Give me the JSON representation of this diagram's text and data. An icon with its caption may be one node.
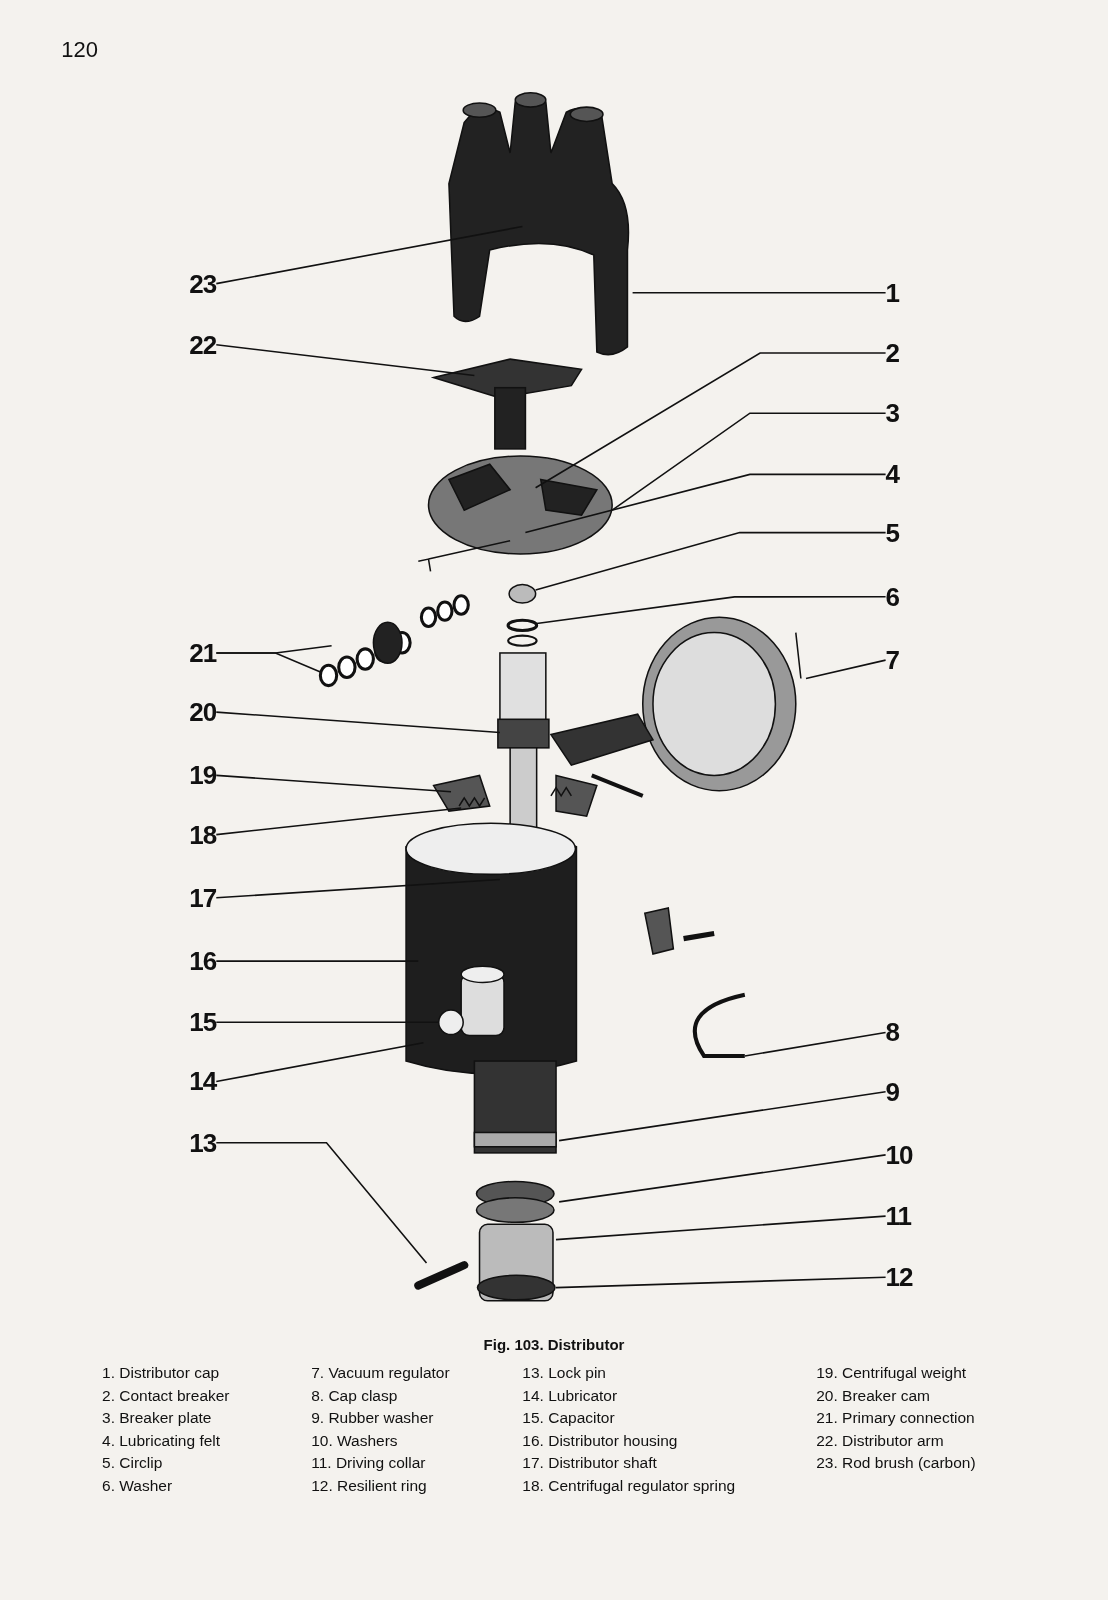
{
  "diagram": {
    "caption": "Fig. 103.  Distributor",
    "nodes": [
      {
        "text": [
          "1"
        ]
      },
      {
        "text": [
          "2"
        ]
      },
      {
        "text": [
          "3"
        ]
      },
      {
        "text": [
          "4"
        ]
      },
      {
        "text": [
          "5"
        ]
      },
      {
        "text": [
          "6"
        ]
      },
      {
        "text": [
          "7"
        ]
      },
      {
        "text": [
          "8"
        ]
      },
      {
        "text": [
          "9"
        ]
      },
      {
        "text": [
          "10"
        ]
      },
      {
        "text": [
          "11"
        ]
      },
      {
        "text": [
          "12"
        ]
      },
      {
        "text": [
          "13"
        ]
      },
      {
        "text": [
          "14"
        ]
      },
      {
        "text": [
          "15"
        ]
      },
      {
        "text": [
          "16"
        ]
      },
      {
        "text": [
          "17"
        ]
      },
      {
        "text": [
          "18"
        ]
      },
      {
        "text": [
          "19"
        ]
      },
      {
        "text": [
          "20"
        ]
      },
      {
        "text": [
          "21"
        ]
      },
      {
        "text": [
          "22"
        ]
      },
      {
        "text": [
          "23"
        ]
      },
      {
        "text": [],
        "shape": "circle"
      },
      {
        "text": [],
        "shape": "circle"
      },
      {
        "text": [],
        "shape": "circle"
      },
      {
        "text": [],
        "shape": "circle"
      }
    ],
    "edges": [
      {
        "from": 0,
        "to": null,
        "arrow": "none"
      },
      {
        "from": 1,
        "to": null,
        "arrow": "none"
      },
      {
        "from": 2,
        "to": null,
        "arrow": "none"
      },
      {
        "from": 3,
        "to": null,
        "arrow": "none"
      },
      {
        "from": 4,
        "to": 23,
        "arrow": "none"
      },
      {
        "from": 5,
        "to": 24,
        "arrow": "none"
      },
      {
        "from": 6,
        "to": null,
        "arrow": "none"
      },
      {
        "from": 7,
        "to": null,
        "arrow": "none"
      },
      {
        "from": 8,
        "to": null,
        "arrow": "none"
      },
      {
        "from": 9,
        "to": null,
        "arrow": "none"
      },
      {
        "from": 10,
        "to": null,
        "arrow": "none"
      },
      {
        "from": 11,
        "to": null,
        "arrow": "none"
      },
      {
        "from": 12,
        "to": null,
        "arrow": "none"
      },
      {
        "from": 13,
        "to": null,
        "arrow": "none"
      },
      {
        "from": 14,
        "to": 26,
        "arrow": "none"
      },
      {
        "from": 15,
        "to": null,
        "arrow": "none"
      },
      {
        "from": 16,
        "to": null,
        "arrow": "none"
      },
      {
        "from": 17,
        "to": null,
        "arrow": "none"
      },
      {
        "from": 18,
        "to": null,
        "arrow": "none"
      },
      {
        "from": 19,
        "to": null,
        "arrow": "none"
      },
      {
        "from": 20,
        "to": 25,
        "arrow": "none"
      },
      {
        "from": 20,
        "to": null,
        "arrow": "none"
      },
      {
        "from": 21,
        "to": null,
        "arrow": "none"
      },
      {
        "from": 22,
        "to": null,
        "arrow": "none"
      }
    ],
    "labels": [
      "120",
      "1. Distributor cap",
      "2. Contact breaker",
      "3. Breaker plate",
      "4. Lubricating felt",
      "5. Circlip",
      "6. Washer",
      "7. Vacuum regulator",
      "8. Cap clasp",
      "9. Rubber washer",
      "10. Washers",
      "11. Driving collar",
      "12. Resilient ring",
      "13. Lock pin",
      "14. Lubricator",
      "15. Capacitor",
      "16. Distributor housing",
      "17. Distributor shaft",
      "18. Centrifugal regulator spring",
      "19. Centrifugal weight",
      "20. Breaker cam",
      "21. Primary connection",
      "22. Distributor arm",
      "23. Rod brush (carbon)"
    ]
  }
}
